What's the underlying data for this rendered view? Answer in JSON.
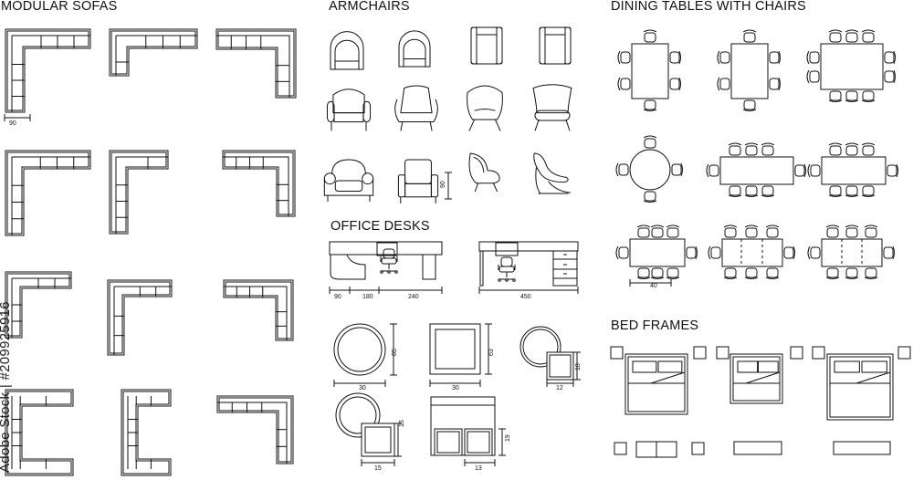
{
  "sections": {
    "sofas": "MODULAR SOFAS",
    "armchairs": "ARMCHAIRS",
    "dining": "DINING TABLES WITH CHAIRS",
    "desks": "OFFICE DESKS",
    "beds": "BED FRAMES"
  },
  "dimensions": {
    "sofa_width": "90",
    "armchair_height": "90",
    "desk1_a": "90",
    "desk1_b": "180",
    "desk1_c": "240",
    "desk2": "450",
    "round_table_w": "30",
    "round_table_h": "85",
    "square_table_w": "30",
    "square_table_h": "63",
    "combo_w": "12",
    "combo_h": "18",
    "round_sq_w": "15",
    "round_sq_h": "15",
    "nest_w": "13",
    "nest_h": "19",
    "dining_width": "40"
  },
  "watermark": "Adobe Stock | #209925916",
  "colors": {
    "line": "#111111",
    "background": "#ffffff"
  }
}
